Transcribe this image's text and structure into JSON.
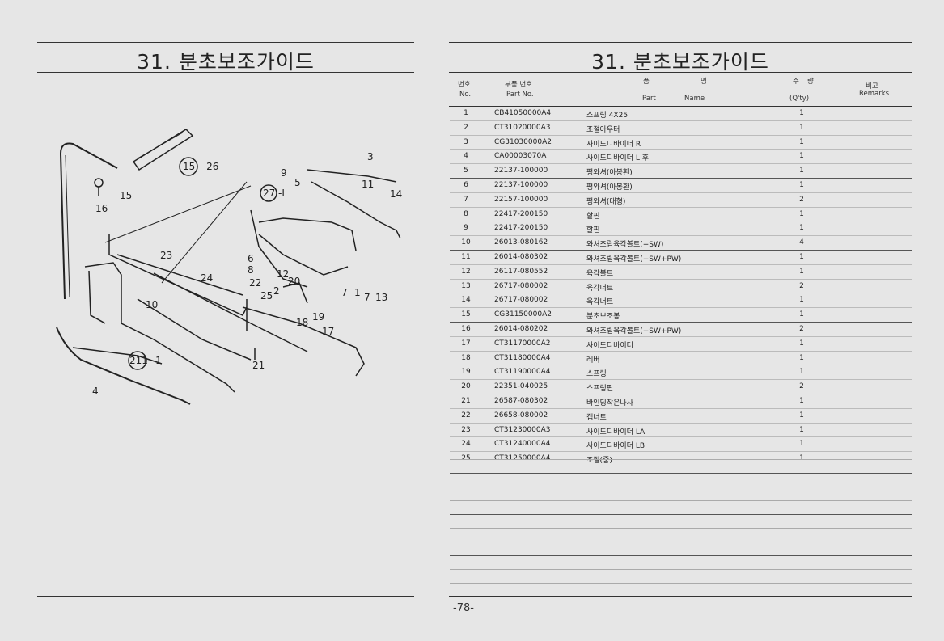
{
  "page": {
    "left_title": "31. 분초보조가이드",
    "right_title": "31. 분초보조가이드",
    "page_number": "-78-"
  },
  "table_header": {
    "no_kr": "번호",
    "no_en": "No.",
    "part_kr": "부품 번호",
    "part_en": "Part  No.",
    "name_kr1": "품",
    "name_kr2": "명",
    "name_en1": "Part",
    "name_en2": "Name",
    "qty_kr1": "수",
    "qty_kr2": "량",
    "qty_en": "(Q'ty)",
    "remarks_kr": "비고",
    "remarks_en": "Remarks"
  },
  "parts": [
    {
      "no": "1",
      "part": "CB41050000A4",
      "name": "스프링 4X25",
      "qty": "1"
    },
    {
      "no": "2",
      "part": "CT31020000A3",
      "name": "조절아우터",
      "qty": "1"
    },
    {
      "no": "3",
      "part": "CG31030000A2",
      "name": "사이드디바이더 R",
      "qty": "1"
    },
    {
      "no": "4",
      "part": "CA00003070A",
      "name": "사이드디바이더 L 후",
      "qty": "1"
    },
    {
      "no": "5",
      "part": "22137-100000",
      "name": "평와셔(아봉환)",
      "qty": "1"
    },
    {
      "no": "6",
      "part": "22137-100000",
      "name": "평와셔(아봉환)",
      "qty": "1"
    },
    {
      "no": "7",
      "part": "22157-100000",
      "name": "평와셔(대형)",
      "qty": "2"
    },
    {
      "no": "8",
      "part": "22417-200150",
      "name": "할핀",
      "qty": "1"
    },
    {
      "no": "9",
      "part": "22417-200150",
      "name": "할핀",
      "qty": "1"
    },
    {
      "no": "10",
      "part": "26013-080162",
      "name": "와셔조립육각볼트(+SW)",
      "qty": "4"
    },
    {
      "no": "11",
      "part": "26014-080302",
      "name": "와셔조립육각볼트(+SW+PW)",
      "qty": "1"
    },
    {
      "no": "12",
      "part": "26117-080552",
      "name": "육각볼트",
      "qty": "1"
    },
    {
      "no": "13",
      "part": "26717-080002",
      "name": "육각너트",
      "qty": "2"
    },
    {
      "no": "14",
      "part": "26717-080002",
      "name": "육각너트",
      "qty": "1"
    },
    {
      "no": "15",
      "part": "CG31150000A2",
      "name": "분초보조봉",
      "qty": "1"
    },
    {
      "no": "16",
      "part": "26014-080202",
      "name": "와셔조립육각볼트(+SW+PW)",
      "qty": "2"
    },
    {
      "no": "17",
      "part": "CT31170000A2",
      "name": "사이드디바이더",
      "qty": "1"
    },
    {
      "no": "18",
      "part": "CT31180000A4",
      "name": "레버",
      "qty": "1"
    },
    {
      "no": "19",
      "part": "CT31190000A4",
      "name": "스프링",
      "qty": "1"
    },
    {
      "no": "20",
      "part": "22351-040025",
      "name": "스프링핀",
      "qty": "2"
    },
    {
      "no": "21",
      "part": "26587-080302",
      "name": "바인딩작은나사",
      "qty": "1"
    },
    {
      "no": "22",
      "part": "26658-080002",
      "name": "캡너트",
      "qty": "1"
    },
    {
      "no": "23",
      "part": "CT31230000A3",
      "name": "사이드디바이더 LA",
      "qty": "1"
    },
    {
      "no": "24",
      "part": "CT31240000A4",
      "name": "사이드디바이더 LB",
      "qty": "1"
    },
    {
      "no": "25",
      "part": "CT31250000A4",
      "name": "조절(중)",
      "qty": "1"
    }
  ],
  "diagram_labels": {
    "l1": "1",
    "l2": "2",
    "l3": "3",
    "l4": "4",
    "l5": "5",
    "l6": "6",
    "l7a": "7",
    "l7b": "7",
    "l8": "8",
    "l9": "9",
    "l10": "10",
    "l11": "11",
    "l12": "12",
    "l13": "13",
    "l14": "14",
    "l15": "15",
    "l16": "16",
    "l17": "17",
    "l18": "18",
    "l19": "19",
    "l20": "20",
    "l21": "21",
    "l22": "22",
    "l23": "23",
    "l24": "24",
    "l25": "25",
    "ref15": "15",
    "ref15_suffix": "- 26",
    "ref27": "27",
    "ref27_suffix": "-I",
    "ref211": "211",
    "ref211_suffix": "- 1"
  }
}
